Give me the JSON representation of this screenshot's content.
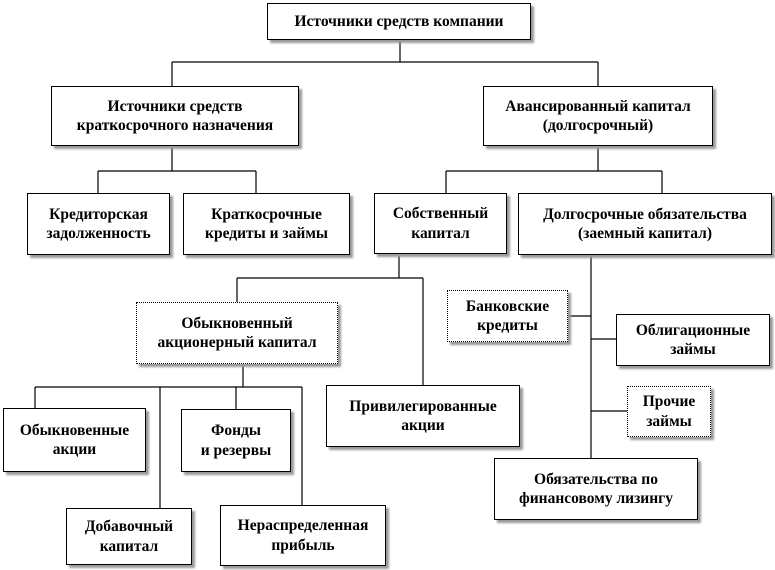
{
  "nodes": {
    "root": "Источники средств компании",
    "short_term_sources": "Источники средств\nкраткосрочного назначения",
    "advanced_capital": "Авансированный капитал\n(долгосрочный)",
    "accounts_payable": "Кредиторская\nзадолженность",
    "short_term_loans": "Краткосрочные\nкредиты и займы",
    "equity": "Собственный\nкапитал",
    "long_term_liabilities": "Долгосрочные обязательства\n(заемный капитал)",
    "common_equity": "Обыкновенный\nакционерный капитал",
    "preferred_shares": "Привилегированные\nакции",
    "bank_loans": "Банковские\nкредиты",
    "bond_loans": "Облигационные\nзаймы",
    "other_loans": "Прочие\nзаймы",
    "leasing": "Обязательства по\nфинансовому лизингу",
    "common_shares": "Обыкновенные\nакции",
    "funds_reserves": "Фонды\nи резервы",
    "additional_capital": "Добавочный\nкапитал",
    "retained_earnings": "Нераспределенная\nприбыль"
  }
}
